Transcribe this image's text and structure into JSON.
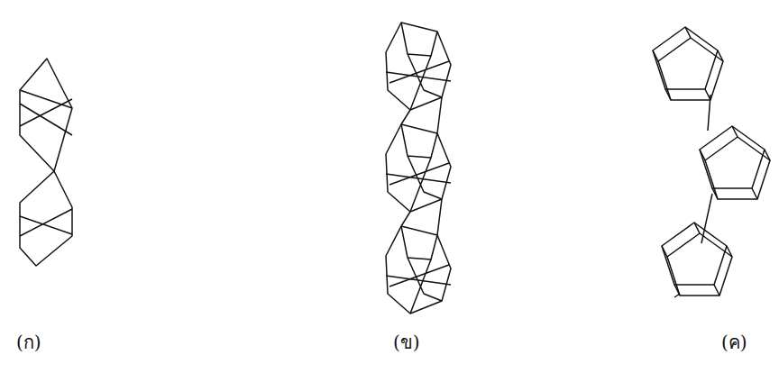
{
  "diagram": {
    "labels": [
      "(ก)",
      "(ข)",
      "(ค)"
    ]
  }
}
